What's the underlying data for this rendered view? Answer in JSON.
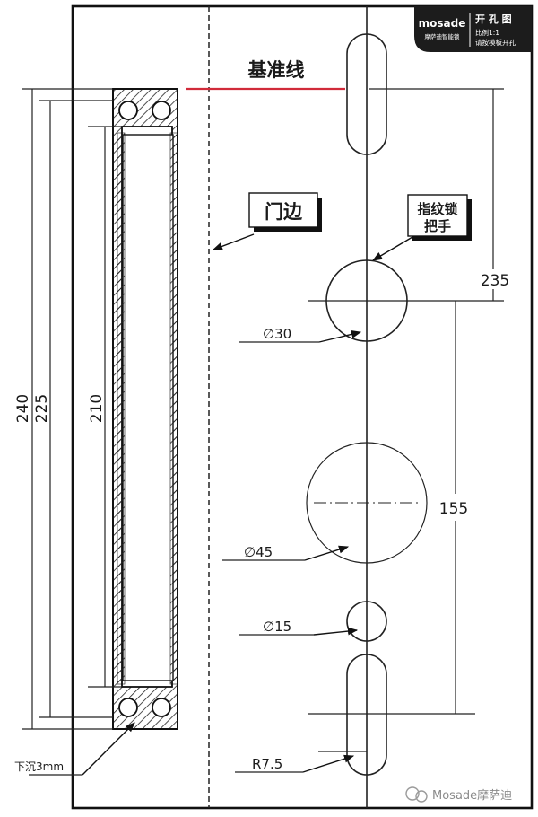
{
  "header": {
    "brand": "mosade",
    "brand_sub": "摩萨迪智能锁",
    "title": "开 孔 图",
    "scale": "比例1:1",
    "instruction": "请按模板开孔"
  },
  "labels": {
    "reference_line": "基准线",
    "door_edge": "门边",
    "handle_line1": "指纹锁",
    "handle_line2": "把手",
    "countersink": "下沉3mm"
  },
  "dimensions": {
    "d240": "240",
    "d225": "225",
    "d210": "210",
    "d235": "235",
    "d155": "155",
    "hole30": "∅30",
    "hole45": "∅45",
    "hole15": "∅15",
    "radius": "R7.5"
  },
  "watermark": "Mosade摩萨迪",
  "colors": {
    "reference_line": "#d12a3a",
    "header_bg": "#1c1c1c",
    "ink": "#222222"
  }
}
